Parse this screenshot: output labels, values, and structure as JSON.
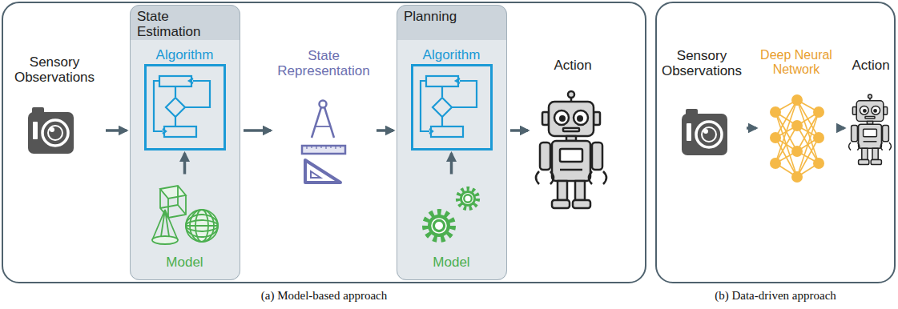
{
  "diagram": {
    "nodes": [
      {
        "text": [
          "(a) Model-based approach"
        ]
      },
      {
        "text": [
          "Sensory Observations"
        ],
        "in": 0
      },
      {
        "text": [
          "State Estimation"
        ],
        "in": 0
      },
      {
        "text": [
          "Algorithm"
        ],
        "in": 2
      },
      {
        "text": [
          "Model"
        ],
        "in": 2
      },
      {
        "text": [
          "State Representation"
        ],
        "in": 0
      },
      {
        "text": [
          "Planning"
        ],
        "in": 0
      },
      {
        "text": [
          "Algorithm"
        ],
        "in": 6
      },
      {
        "text": [
          "Model"
        ],
        "in": 6
      },
      {
        "text": [
          "Action"
        ],
        "in": 0
      },
      {
        "text": [
          "(b) Data-driven approach"
        ]
      },
      {
        "text": [
          "Sensory Observations"
        ],
        "in": 10
      },
      {
        "text": [
          "Deep Neural Network"
        ],
        "in": 10
      },
      {
        "text": [
          "Action"
        ],
        "in": 10
      }
    ],
    "edges": [
      {
        "from": 1,
        "to": 2,
        "arrow": "to"
      },
      {
        "from": 4,
        "to": 3,
        "arrow": "to"
      },
      {
        "from": 2,
        "to": 5,
        "arrow": "to"
      },
      {
        "from": 5,
        "to": 6,
        "arrow": "to"
      },
      {
        "from": 8,
        "to": 7,
        "arrow": "to"
      },
      {
        "from": 6,
        "to": 9,
        "arrow": "to"
      },
      {
        "from": 11,
        "to": 12,
        "arrow": "to"
      },
      {
        "from": 12,
        "to": 13,
        "arrow": "to"
      }
    ]
  }
}
